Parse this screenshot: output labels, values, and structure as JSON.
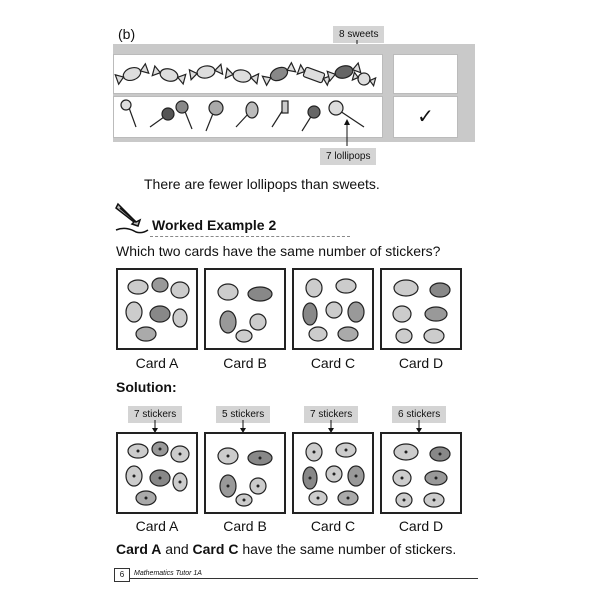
{
  "part_b": {
    "label": "(b)",
    "sweets_tag": "8 sweets",
    "lollipops_tag": "7 lollipops",
    "tick": "✓",
    "sentence": "There are fewer lollipops than sweets."
  },
  "worked_example": {
    "title": "Worked Example 2",
    "question": "Which two cards have the same number of stickers?",
    "cards": [
      "Card A",
      "Card B",
      "Card C",
      "Card D"
    ]
  },
  "solution": {
    "heading": "Solution:",
    "counts": [
      "7 stickers",
      "5 stickers",
      "7 stickers",
      "6 stickers"
    ],
    "cards": [
      "Card A",
      "Card B",
      "Card C",
      "Card D"
    ],
    "conclusion_part1": "Card A",
    "conclusion_part2": " and ",
    "conclusion_part3": "Card C",
    "conclusion_part4": " have the same number of stickers."
  },
  "footer": {
    "page": "6",
    "book": "Mathematics Tutor 1A"
  }
}
